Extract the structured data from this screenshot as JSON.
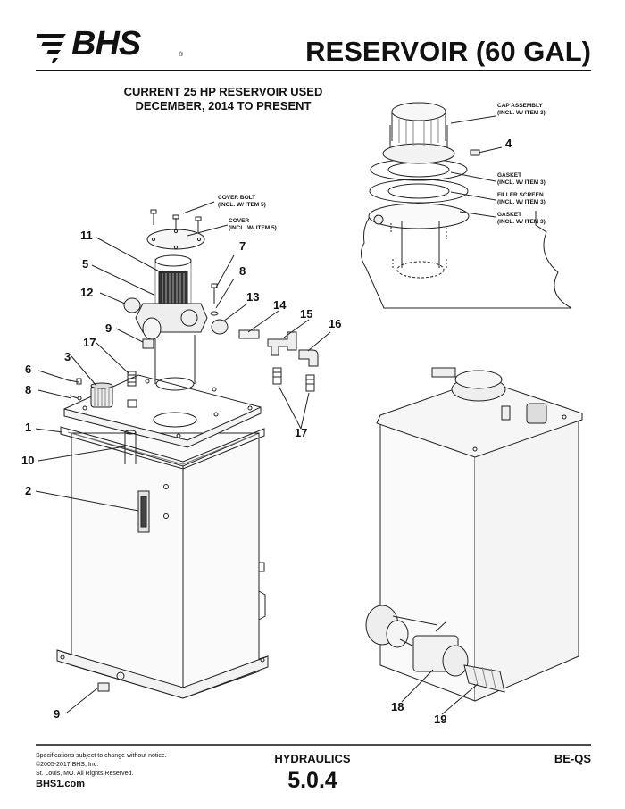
{
  "header": {
    "logo_text": "BHS",
    "logo_mark": "®",
    "title": "RESERVOIR (60 GAL)"
  },
  "subtitle": {
    "line1": "CURRENT 25 HP RESERVOIR USED",
    "line2": "DECEMBER, 2014 TO PRESENT"
  },
  "notes": {
    "cover_bolt": [
      "COVER BOLT",
      "(INCL. W/ ITEM 5)"
    ],
    "cover": [
      "COVER",
      "(INCL. W/ ITEM 5)"
    ],
    "cap_assembly": [
      "CAP ASSEMBLY",
      "(INCL. W/ ITEM 3)"
    ],
    "gasket_top": [
      "GASKET",
      "(INCL. W/ ITEM 3)"
    ],
    "filler_screen": [
      "FILLER SCREEN",
      "(INCL. W/ ITEM 3)"
    ],
    "gasket_bottom": [
      "GASKET",
      "(INCL. W/ ITEM 3)"
    ]
  },
  "callouts": {
    "c11": "11",
    "c5": "5",
    "c12": "12",
    "c9a": "9",
    "c17a": "17",
    "c3": "3",
    "c6": "6",
    "c8a": "8",
    "c1": "1",
    "c10": "10",
    "c2": "2",
    "c9b": "9",
    "c7": "7",
    "c8b": "8",
    "c13": "13",
    "c14": "14",
    "c15": "15",
    "c16": "16",
    "c17b": "17",
    "c4": "4",
    "c18": "18",
    "c19": "19"
  },
  "footer": {
    "line1": "Specifications subject to change without notice.",
    "line2": "©2005-2017 BHS, Inc.",
    "line3": "St. Louis, MO.  All Rights Reserved.",
    "url": "BHS1.com",
    "section": "HYDRAULICS",
    "page": "5.0.4",
    "code": "BE-QS"
  }
}
